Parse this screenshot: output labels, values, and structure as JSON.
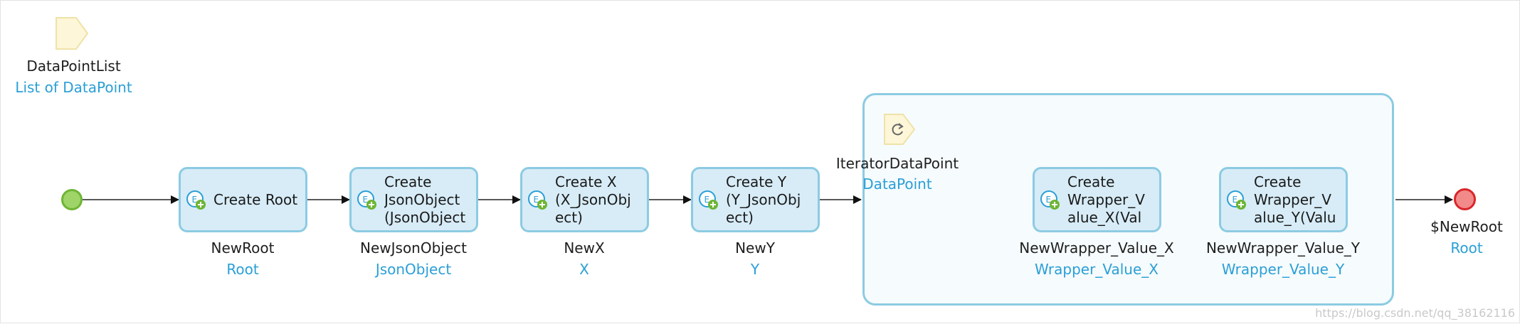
{
  "parameter": {
    "name": "DataPointList",
    "type": "List of DataPoint"
  },
  "activities": [
    {
      "label": "Create Root",
      "var_name": "NewRoot",
      "var_type": "Root"
    },
    {
      "label": "Create\nJsonObject\n(JsonObject",
      "var_name": "NewJsonObject",
      "var_type": "JsonObject"
    },
    {
      "label": "Create X\n(X_JsonObj\nect)",
      "var_name": "NewX",
      "var_type": "X"
    },
    {
      "label": "Create Y\n(Y_JsonObj\nect)",
      "var_name": "NewY",
      "var_type": "Y"
    }
  ],
  "loop": {
    "iterator_name": "IteratorDataPoint",
    "iterator_type": "DataPoint",
    "activities": [
      {
        "label": "Create\nWrapper_V\nalue_X(Val",
        "var_name": "NewWrapper_Value_X",
        "var_type": "Wrapper_Value_X"
      },
      {
        "label": "Create\nWrapper_V\nalue_Y(Valu",
        "var_name": "NewWrapper_Value_Y",
        "var_type": "Wrapper_Value_Y"
      }
    ]
  },
  "end_event": {
    "return_value": "$NewRoot",
    "return_type": "Root"
  },
  "watermark": "https://blog.csdn.net/qq_38162116",
  "colors": {
    "activity_fill": "#d7ecf7",
    "activity_border": "#8ccbe2",
    "type_text": "#2a9fd6",
    "start_fill": "#9fd468",
    "end_fill": "#f28a8a",
    "parameter_fill": "#fdf6d8"
  },
  "icons": {
    "parameter": "parameter-document-icon",
    "activity": "create-object-icon",
    "loop": "loop-icon"
  }
}
